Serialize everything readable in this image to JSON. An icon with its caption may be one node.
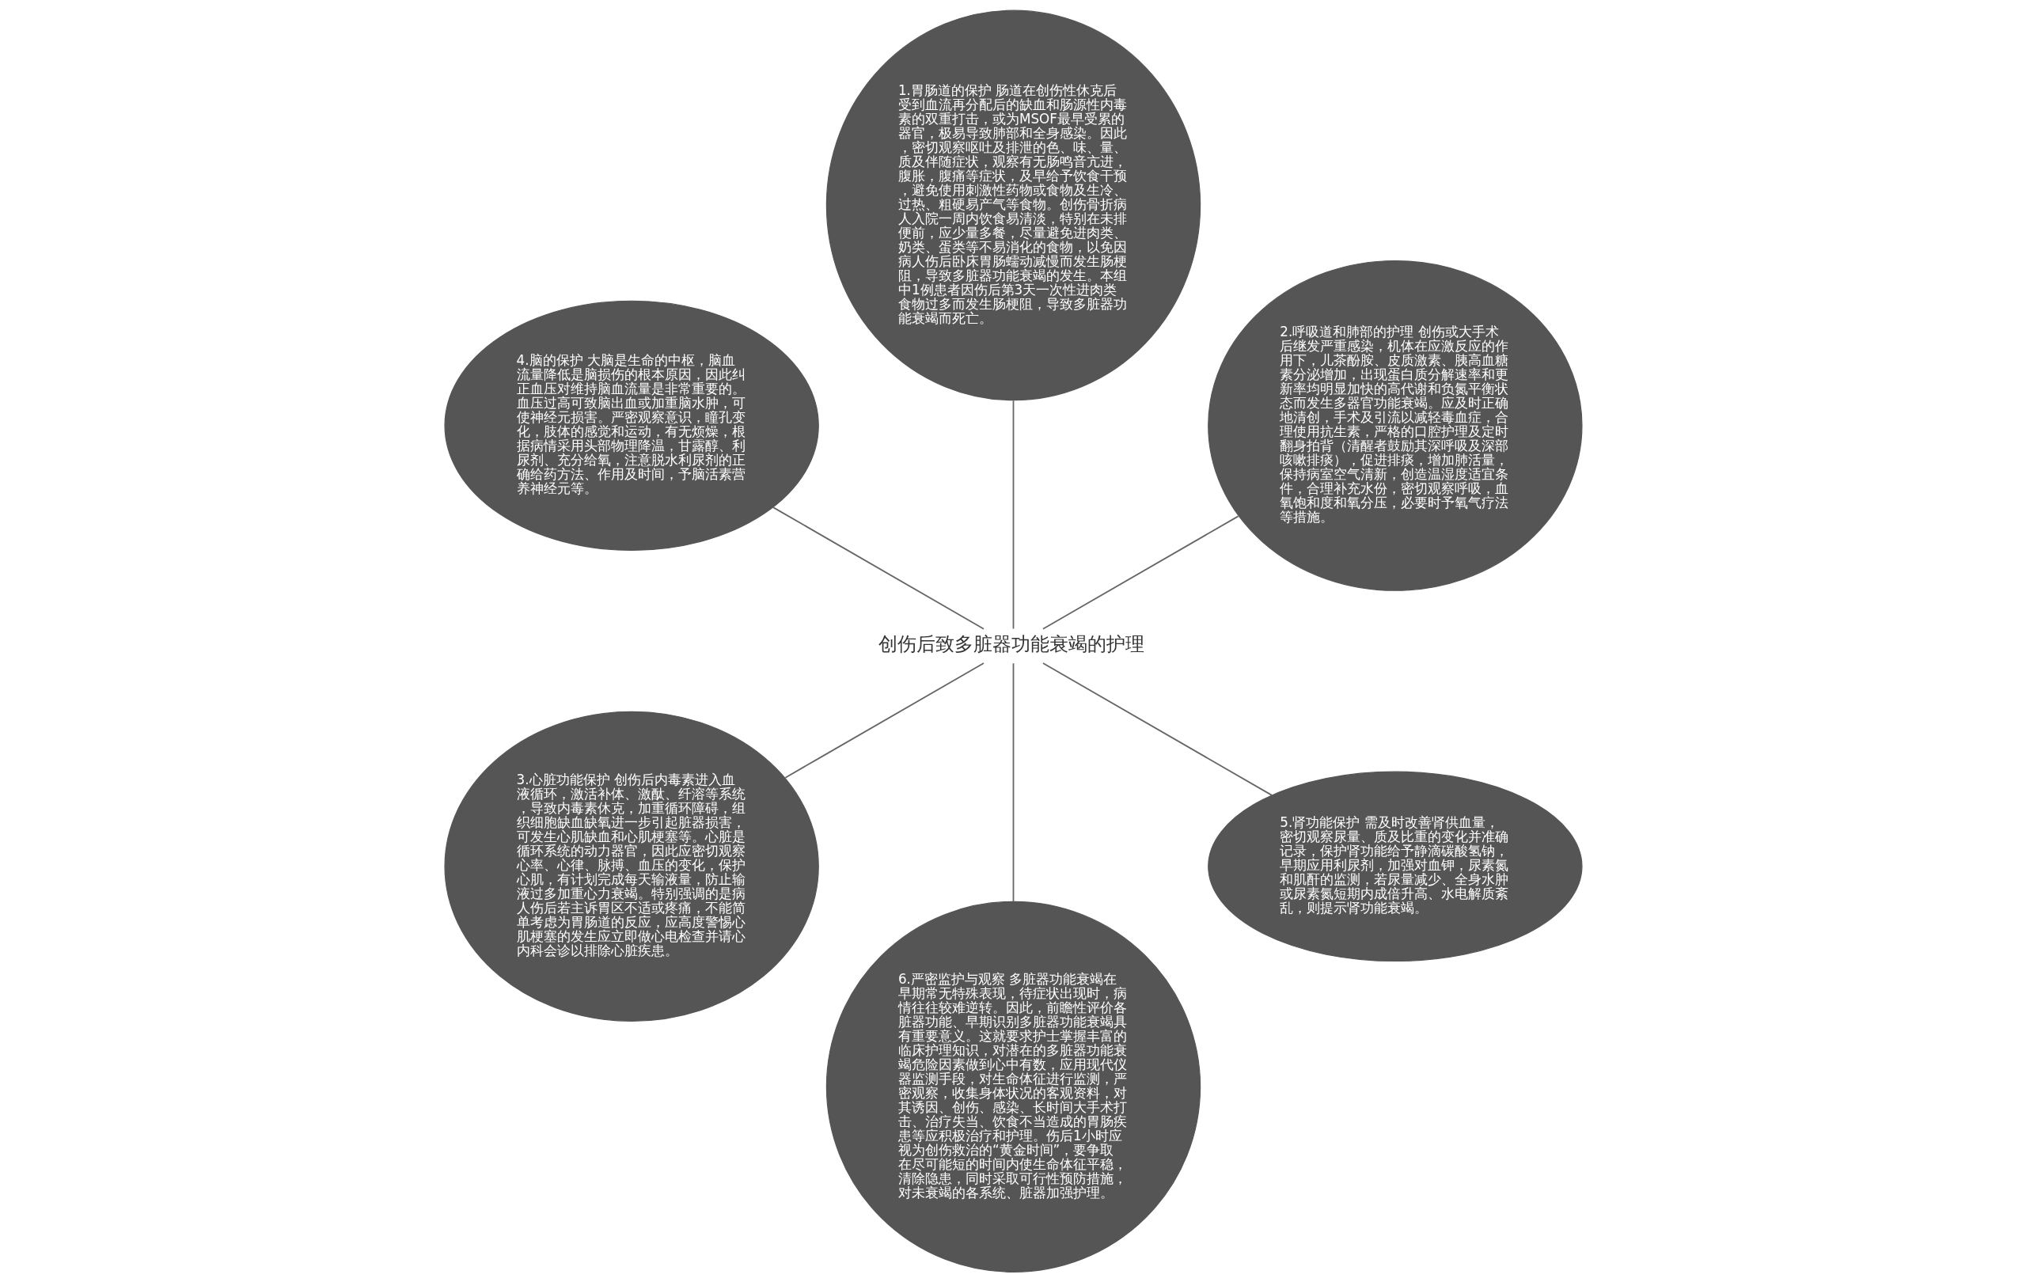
{
  "diagram": {
    "nodes": [
      {
        "text": [
          "创伤后致多脏器功能衰竭的护理"
        ]
      },
      {
        "text": [
          "2.呼吸道和肺部的护理 创伤或大手术后继发严重感染，机体在应激反应的作用下，儿茶酚胺、皮质激素、胰高血糖素分泌增加，出现蛋白质分解速率和更新率均明显加快的高代谢和负氮平衡状态而发生多器官功能衰竭。应及时正确地清创，手术及引流以减轻毒血症，合理使用抗生素，严格的口腔护理及定时翻身拍背（清醒者鼓励其深呼吸及深部咳嗽排痰），促进排痰，增加肺活量，保持病室空气清新，创造温湿度适宜条件，合理补充水份，密切观察呼吸，血氧饱和度和氧分压，必要时予氧气疗法等措施。"
        ]
      },
      {
        "text": [
          "1.胃肠道的保护 肠道在创伤性休克后受到血流再分配后的缺血和肠源性内毒素的双重打击，或为MSOF最早受累的器官，极易导致肺部和全身感染。因此，密切观察呕吐及排泄的色、味、量、质及伴随症状，观察有无肠鸣音亢进，腹胀，腹痛等症状，及早给予饮食干预，避免使用刺激性药物或食物及生冷、过热、粗硬易产气等食物。创伤骨折病人入院一周内饮食易清淡，特别在未排便前，应少量多餐，尽量避免进肉类、奶类、蛋类等不易消化的食物，以免因病人伤后卧床胃肠蠕动减慢而发生肠梗阻，导致多脏器功能衰竭的发生。本组中1例患者因伤后第3天一次性进肉类食物过多而发生肠梗阻，导致多脏器功能衰竭而死亡。"
        ]
      },
      {
        "text": [
          "4.脑的保护 大脑是生命的中枢，脑血流量降低是脑损伤的根本原因，因此纠正血压对维持脑血流量是非常重要的。血压过高可致脑出血或加重脑水肿，可使神经元损害。严密观察意识，瞳孔变化，肢体的感觉和运动，有无烦燥，根据病情采用头部物理降温，甘露醇、利尿剂、充分给氧，注意脱水利尿剂的正确给药方法、作用及时间，予脑活素营养神经元等。"
        ]
      },
      {
        "text": [
          "3.心脏功能保护 创伤后内毒素进入血液循环，激活补体、激酞、纤溶等系统，导致内毒素休克，加重循环障碍，组织细胞缺血缺氧进一步引起脏器损害，可发生心肌缺血和心肌梗塞等。心脏是循环系统的动力器官，因此应密切观察心率、心律、脉搏、血压的变化，保护心肌，有计划完成每天输液量，防止输液过多加重心力衰竭。特别强调的是病人伤后若主诉胃区不适或疼痛，不能简单考虑为胃肠道的反应，应高度警惕心肌梗塞的发生应立即做心电检查并请心内科会诊以排除心脏疾患。"
        ]
      },
      {
        "text": [
          "6.严密监护与观察 多脏器功能衰竭在早期常无特殊表现，待症状出现时，病情往往较难逆转。因此，前瞻性评价各脏器功能、早期识别多脏器功能衰竭具有重要意义。这就要求护士掌握丰富的临床护理知识，对潜在的多脏器功能衰竭危险因素做到心中有数，应用现代仪器监测手段，对生命体征进行监测，严密观察，收集身体状况的客观资料，对其诱因、创伤、感染、长时间大手术打击、治疗失当、饮食不当造成的胃肠疾患等应积极治疗和护理。伤后1小时应视为创伤救治的“黄金时间”，要争取在尽可能短的时间内使生命体征平稳，清除隐患，同时采取可行性预防措施，对未衰竭的各系统、脏器加强护理。"
        ]
      },
      {
        "text": [
          "5.肾功能保护 需及时改善肾供血量，密切观察尿量、质及比重的变化并准确记录，保护肾功能给予静滴碳酸氢钠，早期应用利尿剂，加强对血钾，尿素氮和肌酐的监测，若尿量减少、全身水肿或尿素氮短期内成倍升高、水电解质紊乱，则提示肾功能衰竭。"
        ]
      }
    ],
    "edges": [
      {
        "from": 0,
        "to": 1,
        "arrow": "none"
      },
      {
        "from": 0,
        "to": 2,
        "arrow": "none"
      },
      {
        "from": 0,
        "to": 3,
        "arrow": "none"
      },
      {
        "from": 0,
        "to": 4,
        "arrow": "none"
      },
      {
        "from": 0,
        "to": 5,
        "arrow": "none"
      },
      {
        "from": 0,
        "to": 6,
        "arrow": "none"
      }
    ]
  }
}
